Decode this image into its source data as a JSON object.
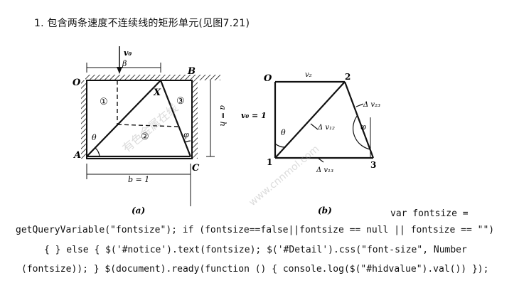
{
  "heading": "1. 包含两条速度不连续线的矩形单元(见图7.21)",
  "figure_a": {
    "caption": "(a)",
    "label_v0": "v₀",
    "label_beta": "β",
    "label_B": "B",
    "label_O": "O",
    "label_X": "X",
    "region_1": "①",
    "region_2": "②",
    "region_3": "③",
    "label_theta": "θ",
    "label_phi": "φ",
    "label_A": "A",
    "label_C": "C",
    "label_b": "b = 1",
    "label_a": "a = h"
  },
  "figure_b": {
    "caption": "(b)",
    "label_O": "O",
    "label_v2": "v₂",
    "label_2": "2",
    "label_dv23": "Δ v₂₃",
    "label_v0": "v₀ = 1",
    "label_theta": "θ",
    "label_dv12": "Δ v₁₂",
    "label_phi": "φ",
    "label_1": "1",
    "label_3": "3",
    "label_dv13": "Δ v₁₃"
  },
  "watermark": {
    "text_1": "有色金属在线",
    "text_2": "www.cnnmol.com"
  },
  "code_lines": [
    "var fontsize =",
    "getQueryVariable(\"fontsize\"); if (fontsize==false||fontsize == null || fontsize == \"\")",
    "{ } else { $('#notice').text(fontsize); $('#Detail').css(\"font-size\", Number",
    "(fontsize)); } $(document).ready(function () { console.log($(\"#hidvalue\").val()) });"
  ]
}
